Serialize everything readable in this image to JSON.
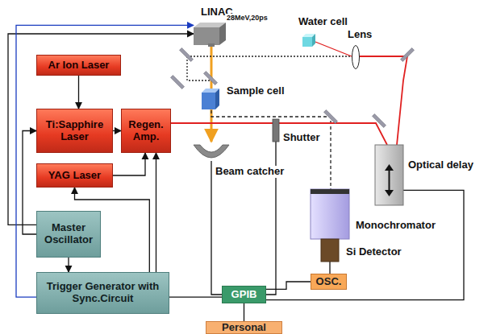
{
  "diagram": {
    "nodes": [
      {
        "text": [
          "Ar Ion Laser"
        ]
      },
      {
        "text": [
          "Ti:Sapphire Laser"
        ]
      },
      {
        "text": [
          "Regen. Amp."
        ]
      },
      {
        "text": [
          "YAG Laser"
        ]
      },
      {
        "text": [
          "Master Oscillator"
        ]
      },
      {
        "text": [
          "Trigger Generator with Sync.Circuit"
        ]
      },
      {
        "text": [
          "GPIB"
        ]
      },
      {
        "text": [
          "Personal"
        ]
      },
      {
        "text": [
          "OSC."
        ]
      },
      {
        "text": [
          "LINAC",
          "28MeV,20ps"
        ]
      },
      {
        "text": [
          "Water cell"
        ]
      },
      {
        "text": [
          "Lens"
        ]
      },
      {
        "text": [
          "Sample cell"
        ]
      },
      {
        "text": [
          "Beam catcher"
        ]
      },
      {
        "text": [
          "Shutter"
        ]
      },
      {
        "text": [
          "Optical delay"
        ]
      },
      {
        "text": [
          "Monochromator"
        ]
      },
      {
        "text": [
          "Si Detector"
        ]
      }
    ],
    "edges": [
      {
        "from": 0,
        "to": 1,
        "arrow": "to"
      },
      {
        "from": 1,
        "to": 2,
        "arrow": "to"
      },
      {
        "from": 3,
        "to": 2,
        "arrow": "to"
      },
      {
        "from": 4,
        "to": 5,
        "arrow": "to"
      },
      {
        "from": 4,
        "to": 1,
        "arrow": "to"
      },
      {
        "from": 4,
        "to": 9,
        "arrow": "to"
      },
      {
        "from": 5,
        "to": 9,
        "arrow": "to"
      },
      {
        "from": 5,
        "to": 3,
        "arrow": "to"
      },
      {
        "from": 5,
        "to": 2,
        "arrow": "to"
      },
      {
        "from": 5,
        "to": 6,
        "arrow": "none"
      },
      {
        "from": 6,
        "to": 7,
        "arrow": "none"
      },
      {
        "from": 13,
        "to": 6,
        "arrow": "none"
      },
      {
        "from": 14,
        "to": 6,
        "arrow": "none"
      },
      {
        "from": 6,
        "to": 15,
        "arrow": "none"
      },
      {
        "from": 17,
        "to": 8,
        "arrow": "none"
      },
      {
        "from": 8,
        "to": 6,
        "arrow": "none"
      }
    ]
  }
}
